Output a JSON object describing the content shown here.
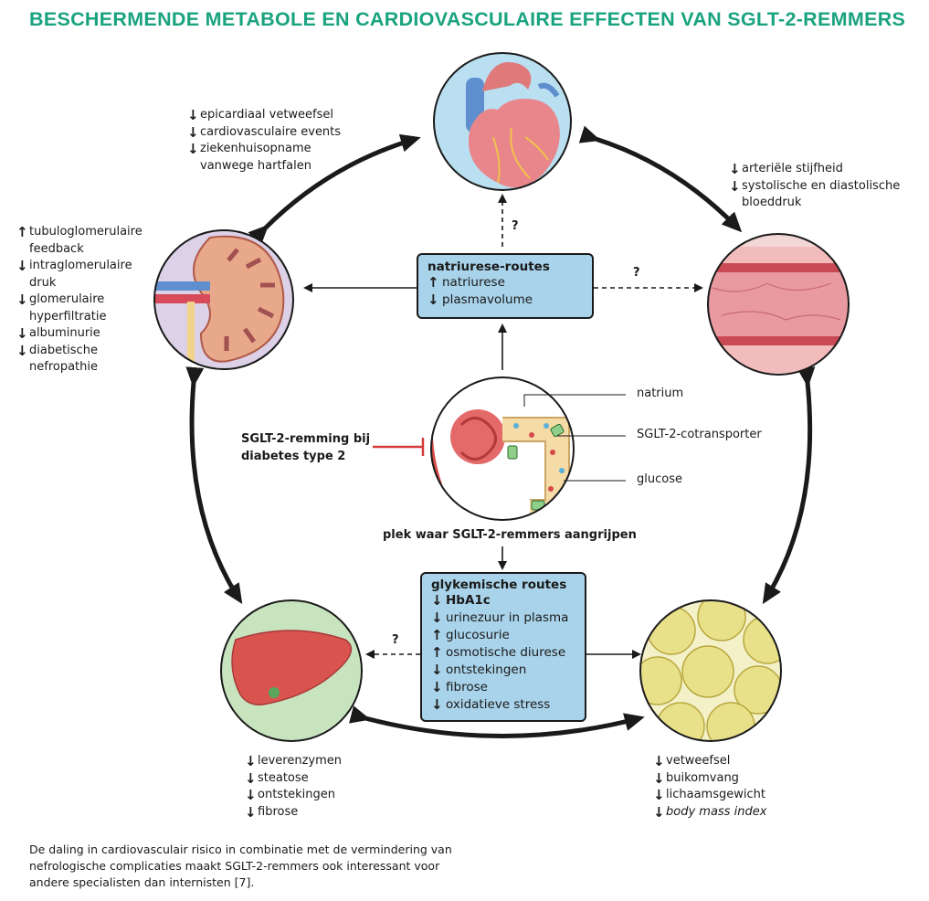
{
  "title": "BESCHERMENDE METABOLE EN CARDIOVASCULAIRE EFFECTEN VAN SGLT-2-REMMERS",
  "heart_effects": [
    {
      "arrow": "↓",
      "lines": [
        "epicardiaal vetweefsel"
      ]
    },
    {
      "arrow": "↓",
      "lines": [
        "cardiovasculaire events"
      ]
    },
    {
      "arrow": "↓",
      "lines": [
        "ziekenhuisopname",
        "vanwege hartfalen"
      ]
    }
  ],
  "vessel_effects": [
    {
      "arrow": "↓",
      "lines": [
        "arteriële stijfheid"
      ]
    },
    {
      "arrow": "↓",
      "lines": [
        "systolische en diastolische",
        "bloeddruk"
      ]
    }
  ],
  "kidney_effects": [
    {
      "arrow": "↑",
      "lines": [
        "tubuloglomerulaire",
        "feedback"
      ]
    },
    {
      "arrow": "↓",
      "lines": [
        "intraglomerulaire",
        "druk"
      ]
    },
    {
      "arrow": "↓",
      "lines": [
        "glomerulaire",
        "hyperfiltratie"
      ]
    },
    {
      "arrow": "↓",
      "lines": [
        "albuminurie"
      ]
    },
    {
      "arrow": "↓",
      "lines": [
        "diabetische",
        "nefropathie"
      ]
    }
  ],
  "natriuresis_box": {
    "title": "natriurese-routes",
    "items": [
      {
        "arrow": "↑",
        "label": "natriurese"
      },
      {
        "arrow": "↓",
        "label": "plasmavolume"
      }
    ]
  },
  "glycemic_box": {
    "title": "glykemische routes",
    "items": [
      {
        "arrow": "↓",
        "label": "HbA1c",
        "bold": true
      },
      {
        "arrow": "↓",
        "label": "urinezuur in plasma"
      },
      {
        "arrow": "↑",
        "label": "glucosurie"
      },
      {
        "arrow": "↑",
        "label": "osmotische diurese"
      },
      {
        "arrow": "↓",
        "label": "ontstekingen"
      },
      {
        "arrow": "↓",
        "label": "fibrose"
      },
      {
        "arrow": "↓",
        "label": "oxidatieve stress"
      }
    ]
  },
  "nephron_labels": {
    "natrium": "natrium",
    "cotransporter": "SGLT-2-cotransporter",
    "glucose": "glucose",
    "site": "plek waar SGLT-2-remmers aangrijpen"
  },
  "inhibition_label": [
    "SGLT-2-remming bij",
    "diabetes type 2"
  ],
  "liver_effects": [
    {
      "arrow": "↓",
      "lines": [
        "leverenzymen"
      ]
    },
    {
      "arrow": "↓",
      "lines": [
        "steatose"
      ]
    },
    {
      "arrow": "↓",
      "lines": [
        "ontstekingen"
      ]
    },
    {
      "arrow": "↓",
      "lines": [
        "fibrose"
      ]
    }
  ],
  "fat_effects": [
    {
      "arrow": "↓",
      "lines": [
        "vetweefsel"
      ]
    },
    {
      "arrow": "↓",
      "lines": [
        "buikomvang"
      ]
    },
    {
      "arrow": "↓",
      "lines": [
        "lichaamsgewicht"
      ]
    },
    {
      "arrow": "↓",
      "lines": [
        "body mass index"
      ],
      "italic": true
    }
  ],
  "question_mark": "?",
  "caption": "De daling in cardiovasculair risico in combinatie met de vermindering van nefrologische complicaties maakt SGLT-2-remmers ook interessant voor andere specialisten dan internisten [7].",
  "colors": {
    "title": "#1aa37f",
    "box": "#a9d3ea",
    "heart_bg": "#b9dff0",
    "kidney_bg": "#dcd1e6",
    "vessel_bg": "#f3d6d6",
    "liver_bg": "#c8e4bf",
    "fat_bg": "#f4f0c8",
    "inhibitor": "#d63a3a"
  }
}
